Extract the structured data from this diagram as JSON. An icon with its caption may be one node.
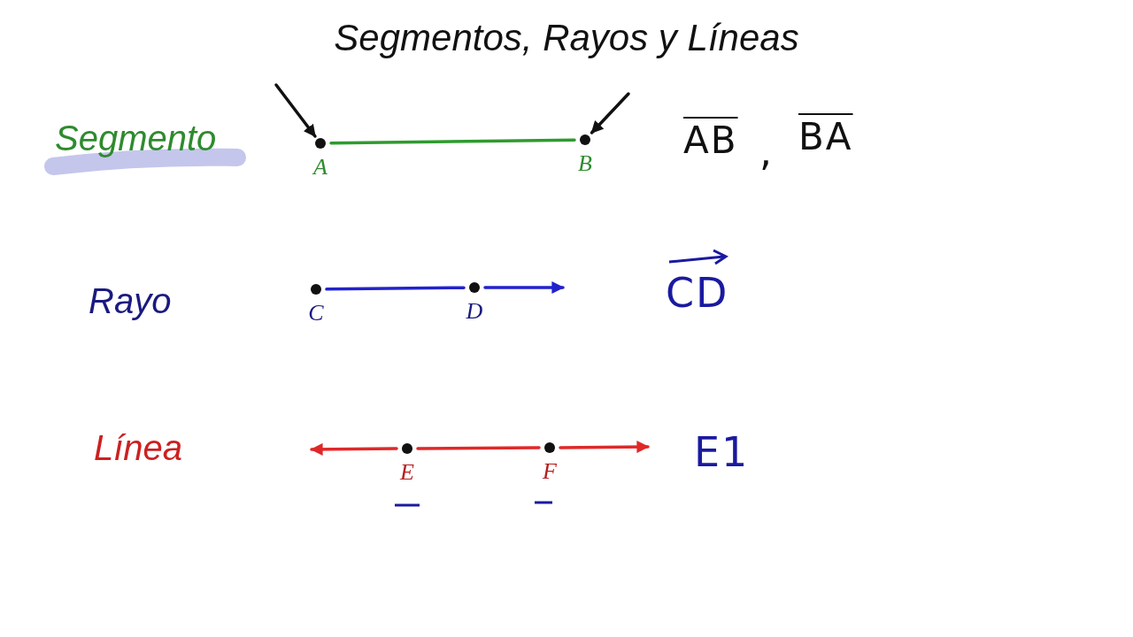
{
  "diagram": {
    "title": "Segmentos, Rayos y Líneas",
    "nodes": [
      {
        "text": [
          "A"
        ]
      },
      {
        "text": [
          "B"
        ]
      },
      {
        "text": [
          "C"
        ]
      },
      {
        "text": [
          "D"
        ]
      },
      {
        "text": [
          "E"
        ]
      },
      {
        "text": [
          "F"
        ]
      }
    ],
    "edges": [
      {
        "from": 0,
        "to": 1,
        "arrow": "none",
        "color": "#2e9b2e"
      },
      {
        "from": null,
        "to": 0,
        "arrow": "to",
        "color": "#111111"
      },
      {
        "from": null,
        "to": 1,
        "arrow": "to",
        "color": "#111111"
      },
      {
        "from": 2,
        "to": 3,
        "arrow": "none",
        "color": "#2222cc"
      },
      {
        "from": 3,
        "to": null,
        "arrow": "to",
        "color": "#2222cc"
      },
      {
        "from": 4,
        "to": null,
        "arrow": "to",
        "color": "#e02828"
      },
      {
        "from": 4,
        "to": 5,
        "arrow": "none",
        "color": "#e02828"
      },
      {
        "from": 5,
        "to": null,
        "arrow": "to",
        "color": "#e02828"
      }
    ],
    "labels": [
      "Segmento",
      "AB",
      ",",
      "BA",
      "Rayo",
      "CD",
      "Línea",
      "E1"
    ]
  }
}
